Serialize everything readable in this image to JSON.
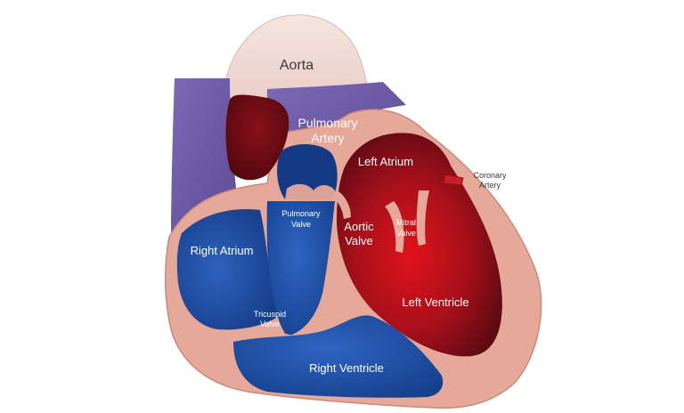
{
  "labels": {
    "aorta": "Aorta",
    "pulmonary_artery_1": "Pulmonary",
    "pulmonary_artery_2": "Artery",
    "left_atrium": "Left Atrium",
    "coronary_artery_1": "Coronary",
    "coronary_artery_2": "Artery",
    "pulmonary_valve_1": "Pulmonary",
    "pulmonary_valve_2": "Valve",
    "aortic_valve_1": "Aortic",
    "aortic_valve_2": "Valve",
    "mitral_valve_1": "Mitral",
    "mitral_valve_2": "Valve",
    "right_atrium": "Right Atrium",
    "left_ventricle": "Left Ventricle",
    "tricuspid_valve_1": "Tricuspid",
    "tricuspid_valve_2": "Valve",
    "right_ventricle": "Right Ventricle"
  },
  "colors": {
    "background": "#ffffff",
    "muscle": "#e6a999",
    "muscle_edge": "#c98a7c",
    "aorta_pale": "#f1ddd7",
    "vessel_purple": "#6e5aa3",
    "deoxygenated_blue": "#1f4ea1",
    "oxygenated_red": "#b8141c",
    "dark_red": "#6f0d14"
  }
}
